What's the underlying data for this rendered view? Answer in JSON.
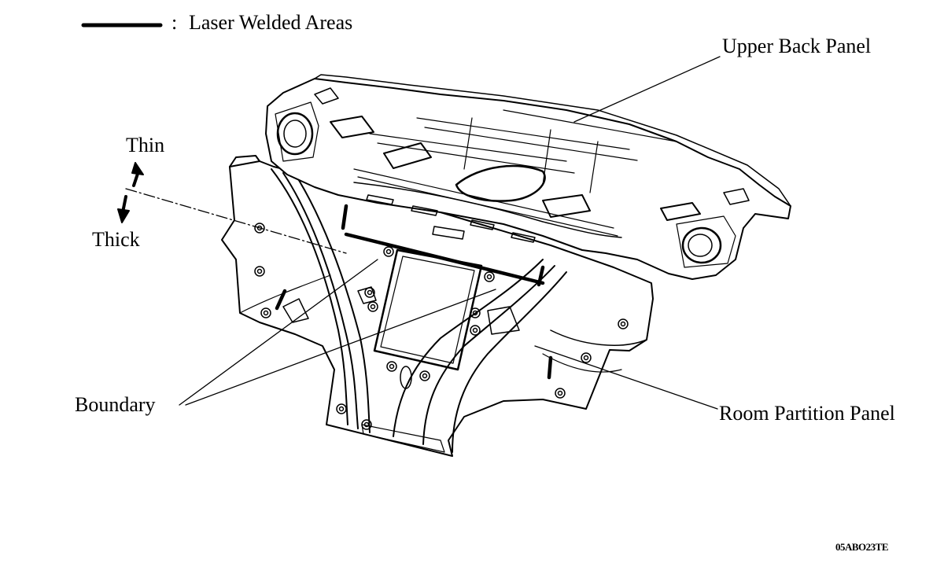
{
  "legend": {
    "separator": ":",
    "text": "Laser Welded Areas"
  },
  "labels": {
    "upper_back_panel": "Upper Back Panel",
    "thin": "Thin",
    "thick": "Thick",
    "boundary": "Boundary",
    "room_partition_panel": "Room Partition Panel"
  },
  "figure_code": "05ABO23TE"
}
